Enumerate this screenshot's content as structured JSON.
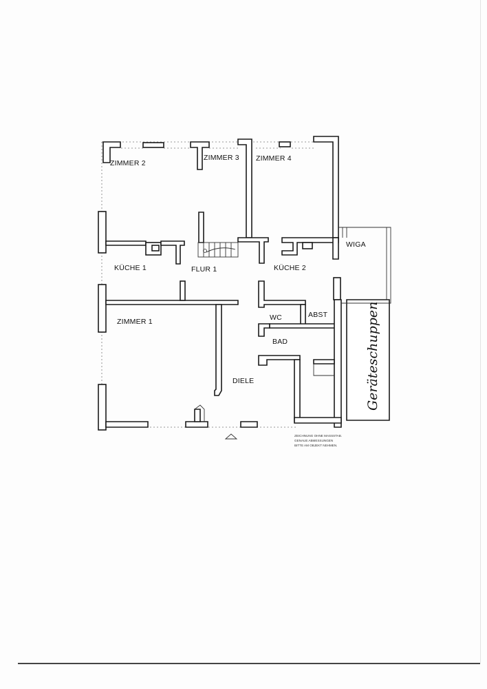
{
  "rooms": {
    "zimmer2": "ZIMMER 2",
    "zimmer3": "ZIMMER 3",
    "zimmer4": "ZIMMER 4",
    "kueche1": "KÜCHE 1",
    "flur1": "FLUR 1",
    "kueche2": "KÜCHE 2",
    "wiga": "WIGA",
    "zimmer1": "ZIMMER 1",
    "wc": "WC",
    "abst": "ABST",
    "bad": "BAD",
    "diele": "DIELE"
  },
  "shed_label": "Geräteschuppen",
  "note": {
    "line1": "ZEICHNUNG OHNE MASSSTAB.",
    "line2": "GENAUE ABMESSUNGEN",
    "line3": "BITTE AM OBJEKT NEHMEN."
  }
}
